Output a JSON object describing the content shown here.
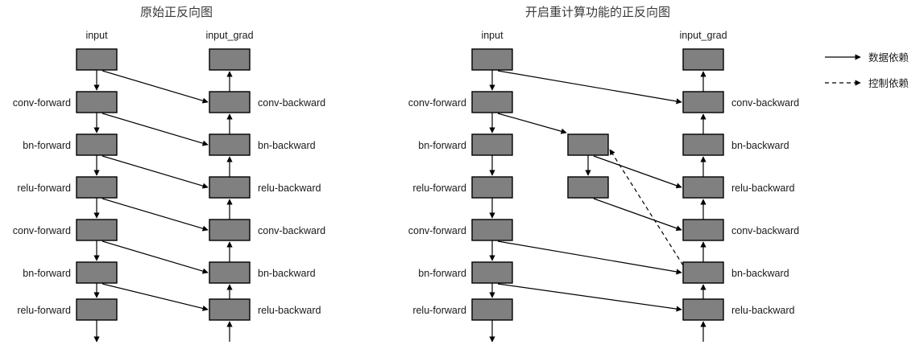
{
  "figure": {
    "background": "#ffffff",
    "node_fill": "#808080",
    "node_stroke": "#000000",
    "edge_color": "#000000"
  },
  "diagrams": [
    {
      "id": "original",
      "title": "原始正反向图",
      "columns": [
        {
          "id": "forward",
          "header": "input"
        },
        {
          "id": "backward",
          "header": "input_grad"
        }
      ],
      "forward_labels": [
        "",
        "conv-forward",
        "bn-forward",
        "relu-forward",
        "conv-forward",
        "bn-forward",
        "relu-forward"
      ],
      "backward_labels": [
        "",
        "conv-backward",
        "bn-backward",
        "relu-backward",
        "conv-backward",
        "bn-backward",
        "relu-backward"
      ]
    },
    {
      "id": "recompute",
      "title": "开启重计算功能的正反向图",
      "columns": [
        {
          "id": "forward",
          "header": "input"
        },
        {
          "id": "recompute",
          "header": ""
        },
        {
          "id": "backward",
          "header": "input_grad"
        }
      ],
      "forward_labels": [
        "",
        "conv-forward",
        "bn-forward",
        "relu-forward",
        "conv-forward",
        "bn-forward",
        "relu-forward"
      ],
      "recompute_labels": [
        "",
        ""
      ],
      "backward_labels": [
        "",
        "conv-backward",
        "bn-backward",
        "relu-backward",
        "conv-backward",
        "bn-backward",
        "relu-backward"
      ]
    }
  ],
  "legend": {
    "items": [
      {
        "label": "数据依赖",
        "style": "solid"
      },
      {
        "label": "控制依赖",
        "style": "dashed"
      }
    ]
  }
}
